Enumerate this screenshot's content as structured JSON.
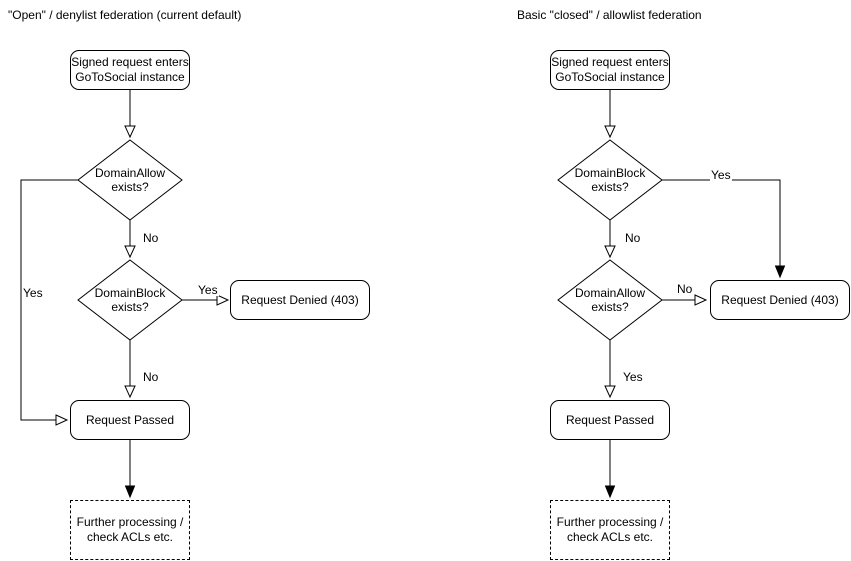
{
  "diagram": {
    "left": {
      "title": "\"Open\" / denylist federation (current default)",
      "nodes": {
        "start": "Signed request enters GoToSocial instance",
        "decision1": "DomainAllow exists?",
        "decision2": "DomainBlock exists?",
        "denied": "Request Denied (403)",
        "passed": "Request Passed",
        "further": "Further processing / check ACLs etc."
      },
      "edges": {
        "decision1_yes": "Yes",
        "decision1_no": "No",
        "decision2_yes": "Yes",
        "decision2_no": "No"
      }
    },
    "right": {
      "title": "Basic \"closed\" / allowlist federation",
      "nodes": {
        "start": "Signed request enters GoToSocial instance",
        "decision1": "DomainBlock exists?",
        "decision2": "DomainAllow exists?",
        "denied": "Request Denied (403)",
        "passed": "Request Passed",
        "further": "Further processing / check ACLs etc."
      },
      "edges": {
        "decision1_yes": "Yes",
        "decision1_no": "No",
        "decision2_no": "No",
        "decision2_yes": "Yes"
      }
    },
    "colors": {
      "stroke": "#000000",
      "shape_fill": "#ffffff",
      "background": "#ffffff"
    }
  }
}
